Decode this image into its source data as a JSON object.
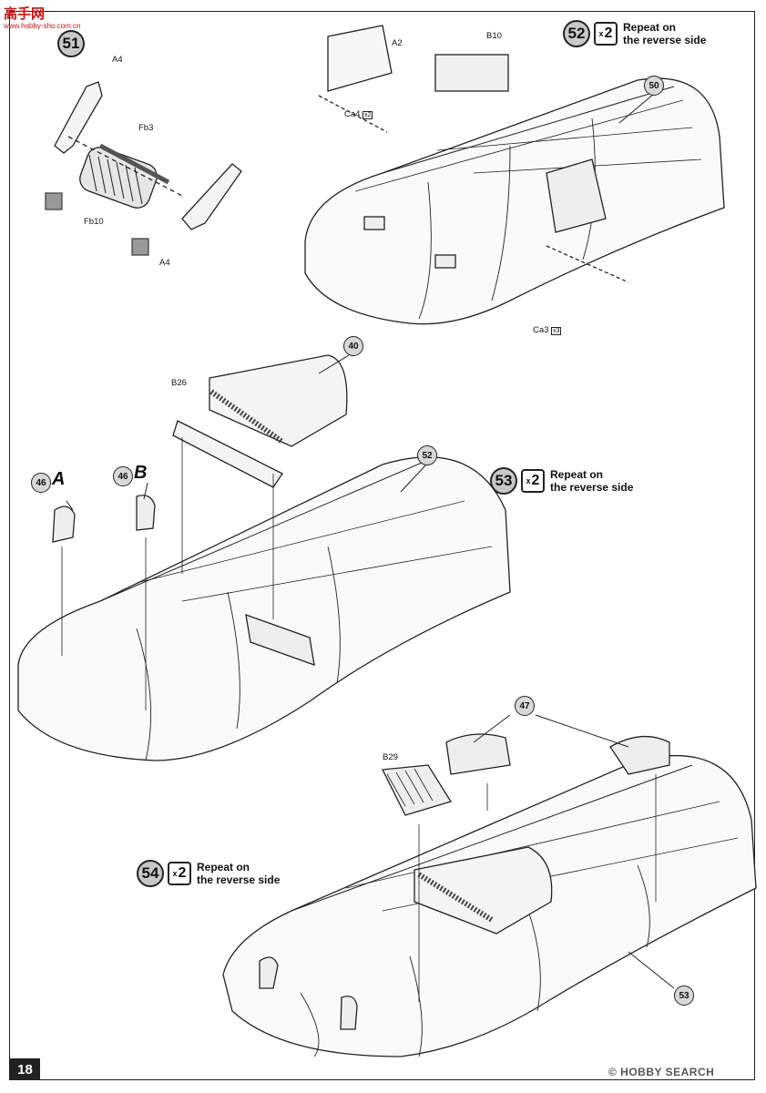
{
  "watermark": {
    "top": "高手网",
    "top_sub": "www.hobby-sho.com.cn",
    "bottom": "© HOBBY SEARCH"
  },
  "page_number": "18",
  "steps": {
    "s51": {
      "num": "51"
    },
    "s52": {
      "num": "52",
      "mult": "2",
      "repeat1": "Repeat on",
      "repeat2": "the reverse side"
    },
    "s53": {
      "num": "53",
      "mult": "2",
      "repeat1": "Repeat on",
      "repeat2": "the reverse side"
    },
    "s54": {
      "num": "54",
      "mult": "2",
      "repeat1": "Repeat on",
      "repeat2": "the reverse side"
    }
  },
  "x_prefix": "x",
  "parts": {
    "a4_top": "A4",
    "fb3": "Fb3",
    "fb10": "Fb10",
    "a4_bottom": "A4",
    "a2": "A2",
    "b10": "B10",
    "ca4": "Ca4",
    "ca4_qty": "2",
    "ca3": "Ca3",
    "ca3_qty": "3",
    "b26": "B26",
    "b29": "B29"
  },
  "refs": {
    "r50": "50",
    "r40": "40",
    "r52": "52",
    "r46a": "46",
    "r46b": "46",
    "r47": "47",
    "r53": "53"
  },
  "variants": {
    "a": "A",
    "b": "B"
  }
}
